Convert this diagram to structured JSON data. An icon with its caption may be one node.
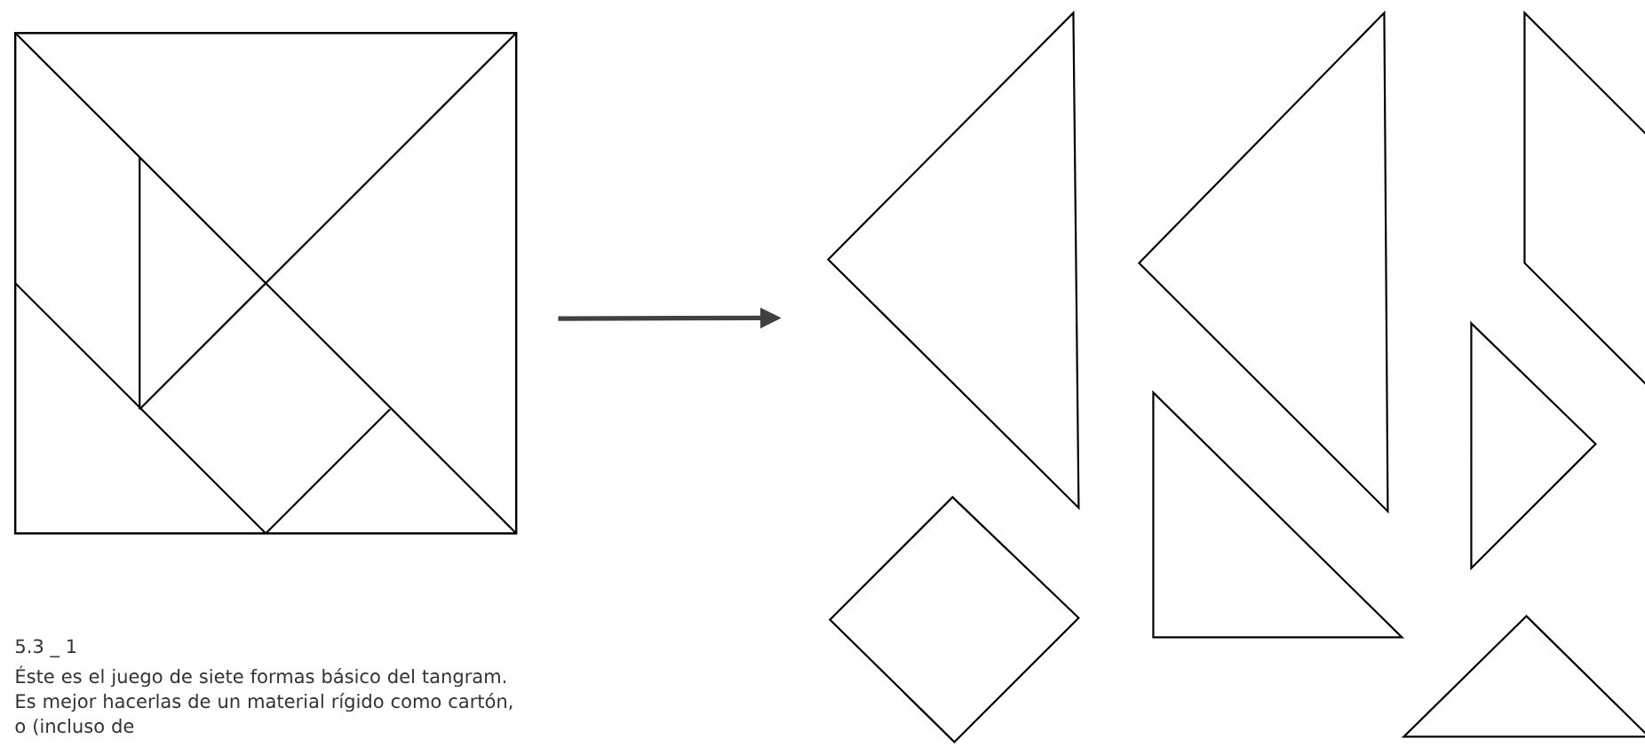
{
  "diagram": {
    "nodes": [
      {
        "text": [],
        "shape": "picture"
      },
      {
        "text": [],
        "shape": "picture"
      }
    ],
    "edges": [
      {
        "from": 0,
        "to": 1,
        "arrow": "to"
      }
    ],
    "labels": [
      "5.3 _ 1",
      "Éste es el juego de siete formas básico del tangram. Es mejor hacerlas de un material rígido como cartón, o (incluso de"
    ]
  }
}
